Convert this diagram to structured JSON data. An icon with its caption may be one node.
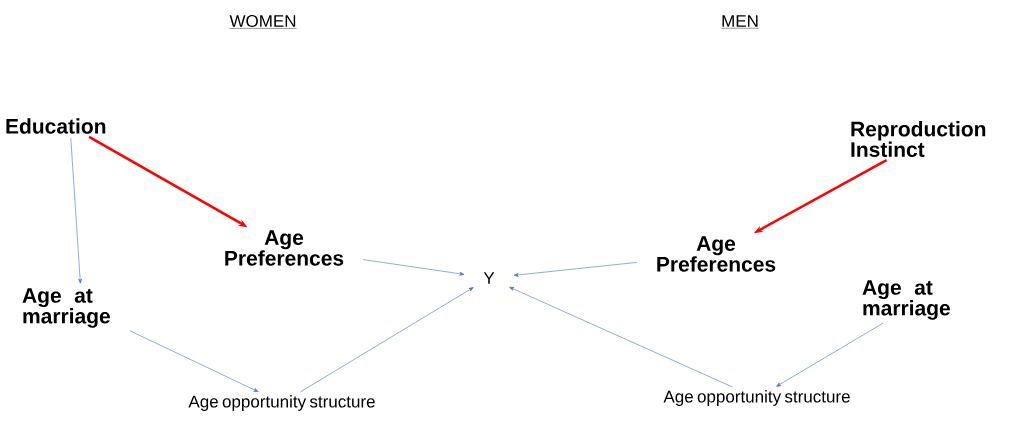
{
  "diagram": {
    "nodes": [
      {
        "text": [
          "Education"
        ]
      },
      {
        "text": [
          "Age at marriage"
        ]
      },
      {
        "text": [
          "Age Preferences"
        ]
      },
      {
        "text": [
          "Age opportunity structure"
        ]
      },
      {
        "text": [
          "Y"
        ]
      },
      {
        "text": [
          "Reproduction Instinct"
        ]
      },
      {
        "text": [
          "Age Preferences"
        ]
      },
      {
        "text": [
          "Age at marriage"
        ]
      },
      {
        "text": [
          "Age opportunity structure"
        ]
      }
    ],
    "edges": [
      {
        "from": 0,
        "to": 1,
        "arrow": "to"
      },
      {
        "from": 0,
        "to": 2,
        "arrow": "to",
        "style": "thick",
        "color": "#ff0000"
      },
      {
        "from": 1,
        "to": 3,
        "arrow": "to"
      },
      {
        "from": 2,
        "to": 4,
        "arrow": "to"
      },
      {
        "from": 3,
        "to": 4,
        "arrow": "to"
      },
      {
        "from": 5,
        "to": 6,
        "arrow": "to",
        "style": "thick",
        "color": "#ff0000"
      },
      {
        "from": 6,
        "to": 4,
        "arrow": "to"
      },
      {
        "from": 8,
        "to": 4,
        "arrow": "to"
      },
      {
        "from": 7,
        "to": 8,
        "arrow": "to"
      }
    ],
    "labels": [
      "WOMEN",
      "MEN"
    ]
  }
}
